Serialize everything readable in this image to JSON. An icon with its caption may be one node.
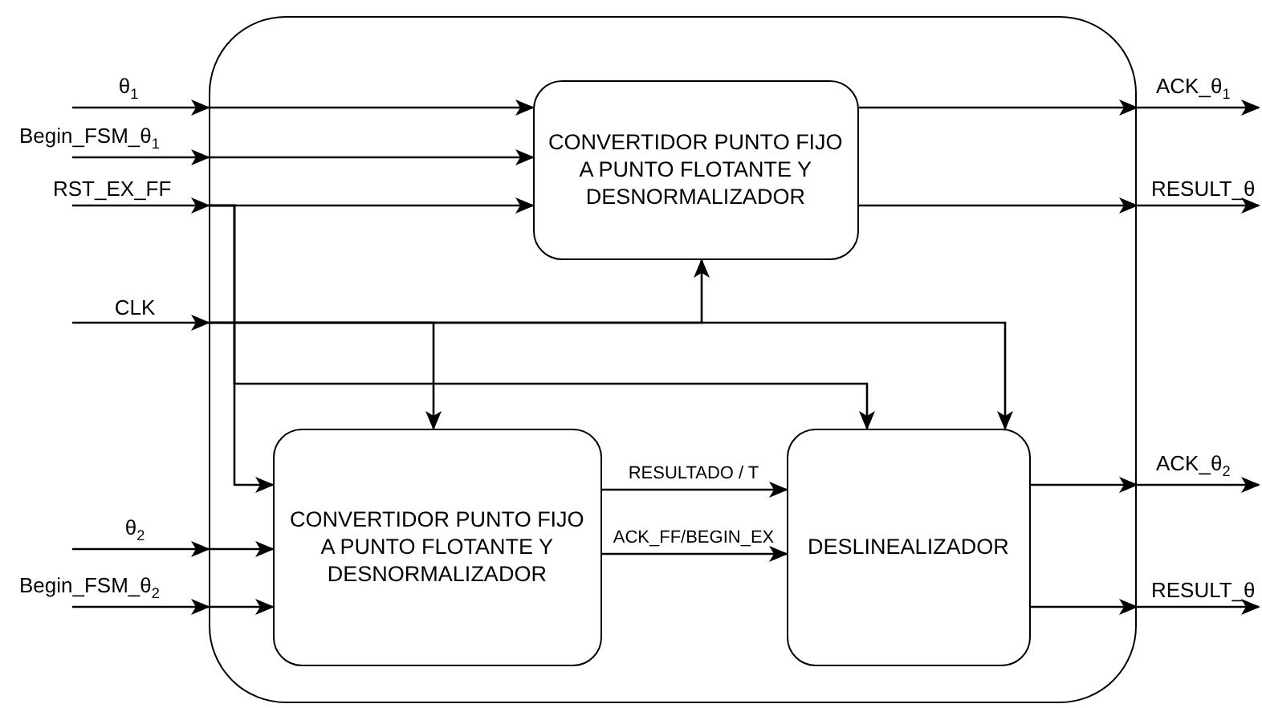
{
  "diagram": {
    "nodes": [
      {
        "text": [],
        "shape": "box"
      },
      {
        "text": [
          "CONVERTIDOR PUNTO FIJO A PUNTO FLOTANTE Y DESNORMALIZADOR"
        ],
        "in": 0
      },
      {
        "text": [
          "CONVERTIDOR PUNTO FIJO A PUNTO FLOTANTE Y DESNORMALIZADOR"
        ],
        "in": 0
      },
      {
        "text": [
          "DESLINEALIZADOR"
        ],
        "in": 0
      }
    ],
    "edges": [
      {
        "from": null,
        "to": 0,
        "arrow": "to",
        "label": "θ$_{1}$"
      },
      {
        "from": 0,
        "to": 1,
        "arrow": "to"
      },
      {
        "from": null,
        "to": 0,
        "arrow": "to",
        "label": "Begin_FSM_θ$_{1}$"
      },
      {
        "from": 0,
        "to": 1,
        "arrow": "to"
      },
      {
        "from": null,
        "to": 0,
        "arrow": "to",
        "label": "RST_EX_FF"
      },
      {
        "from": 0,
        "to": 1,
        "arrow": "to"
      },
      {
        "from": 0,
        "to": 2,
        "arrow": "to"
      },
      {
        "from": 0,
        "to": 3,
        "arrow": "to"
      },
      {
        "from": null,
        "to": 0,
        "arrow": "to",
        "label": "CLK"
      },
      {
        "from": 0,
        "to": 1,
        "arrow": "to"
      },
      {
        "from": 0,
        "to": 2,
        "arrow": "to"
      },
      {
        "from": 0,
        "to": 3,
        "arrow": "to"
      },
      {
        "from": null,
        "to": 0,
        "arrow": "to",
        "label": "θ$_{2}$"
      },
      {
        "from": 0,
        "to": 2,
        "arrow": "to"
      },
      {
        "from": null,
        "to": 0,
        "arrow": "to",
        "label": "Begin_FSM_θ$_{2}$"
      },
      {
        "from": 0,
        "to": 2,
        "arrow": "to"
      },
      {
        "from": 1,
        "to": 0,
        "arrow": "to"
      },
      {
        "from": 0,
        "to": null,
        "arrow": "to",
        "label": "ACK_θ$_{1}$"
      },
      {
        "from": 1,
        "to": 0,
        "arrow": "to"
      },
      {
        "from": 0,
        "to": null,
        "arrow": "to",
        "label": "RESULT_θ"
      },
      {
        "from": 2,
        "to": 3,
        "arrow": "to",
        "label": "RESULTADO / T"
      },
      {
        "from": 2,
        "to": 3,
        "arrow": "to",
        "label": "ACK_FF/BEGIN_EX"
      },
      {
        "from": 3,
        "to": 0,
        "arrow": "to"
      },
      {
        "from": 0,
        "to": null,
        "arrow": "to",
        "label": "ACK_θ$_{2}$"
      },
      {
        "from": 3,
        "to": 0,
        "arrow": "to"
      },
      {
        "from": 0,
        "to": null,
        "arrow": "to",
        "label": "RESULT_θ"
      }
    ]
  }
}
